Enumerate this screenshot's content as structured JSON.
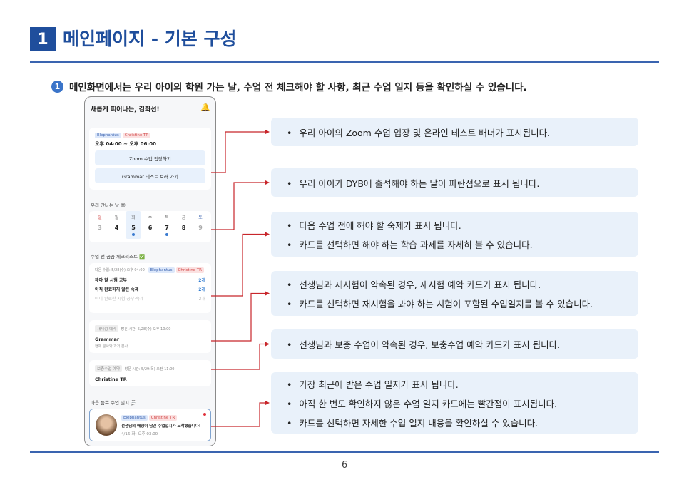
{
  "header": {
    "number": "1",
    "title": "메인페이지 - 기본 구성"
  },
  "intro": {
    "number": "1",
    "text": "메인화면에서는 우리 아이의 학원 가는 날, 수업 전 체크해야 할 사항, 최근 수업 일지 등을 확인하실 수 있습니다."
  },
  "phone": {
    "greeting": "새롭게 피어나는, 김최선!",
    "class_card": {
      "tags": [
        "Elephantus",
        "Christine TR"
      ],
      "time": "오후 04:00 ~ 오후 06:00",
      "zoom_button": "Zoom 수업 입장하기",
      "test_button": "Grammar 테스트 보러 가기"
    },
    "calendar": {
      "title": "우리 만나는 날 😊",
      "days": [
        "일",
        "월",
        "화",
        "수",
        "목",
        "금",
        "토"
      ],
      "dates": [
        "3",
        "4",
        "5",
        "6",
        "7",
        "8",
        "9"
      ],
      "selected": "5",
      "attendance_dates": [
        "5",
        "7"
      ]
    },
    "checklist": {
      "title": "수업 전 꼼꼼 체크리스트 ✅",
      "next_class": "다음 수업: 5/28(수) 오후 04:00",
      "tags": [
        "Elephantus",
        "Christine TR"
      ],
      "items": [
        {
          "label": "해야 할 시험 공부",
          "count": "2개"
        },
        {
          "label": "아직 완료하지 않은 숙제",
          "count": "2개"
        },
        {
          "label": "이미 완료한 시험 공부·숙제",
          "count": "2개"
        }
      ]
    },
    "retest": {
      "tag": "재시험 예약",
      "visit": "방문 시간: 5/28(수) 오후 10:00",
      "subject": "Grammar",
      "detail": "현재 분사와 과거 분사"
    },
    "makeup": {
      "tag": "보충수업 예약",
      "visit": "방문 시간: 5/29(목) 오전 11:00",
      "teacher": "Christine TR"
    },
    "journal": {
      "title": "마음 듬뿍 수업 일지 💬",
      "tags": [
        "Elephantus",
        "Christine TR"
      ],
      "message": "선생님의 애정이 담긴 수업일지가 도착했습니다!",
      "date": "4/16(화) 오후 03:00"
    }
  },
  "callouts": [
    [
      "우리 아이의 Zoom 수업 입장 및 온라인 테스트 배너가 표시됩니다."
    ],
    [
      "우리 아이가 DYB에 출석해야 하는 날이 파란점으로 표시 됩니다."
    ],
    [
      "다음 수업 전에 해야 할 숙제가 표시 됩니다.",
      "카드를 선택하면 해야 하는 학습 과제를 자세히 볼 수 있습니다."
    ],
    [
      "선생님과 재시험이 약속된 경우, 재시험 예약 카드가 표시 됩니다.",
      "카드를 선택하면 재시험을 봐야 하는 시험이 포함된 수업일지를 볼 수 있습니다."
    ],
    [
      "선생님과 보충 수업이 약속된 경우, 보충수업 예약 카드가 표시 됩니다."
    ],
    [
      "가장 최근에 받은 수업 일지가 표시 됩니다.",
      "아직 한 번도 확인하지 않은 수업 일지 카드에는 빨간점이 표시됩니다.",
      "카드를 선택하면 자세한 수업 일지 내용을 확인하실 수 있습니다."
    ]
  ],
  "colors": {
    "accent": "#1f4e9c",
    "connector": "#c8262b",
    "callout_bg": "#e9f1fa"
  },
  "page_number": "6"
}
